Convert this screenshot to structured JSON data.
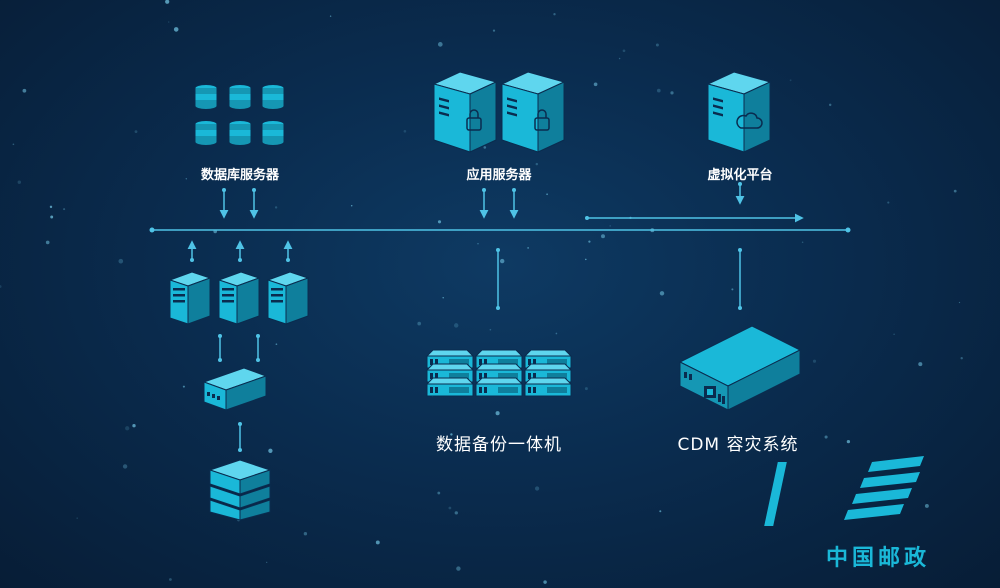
{
  "nodes": {
    "database_servers": "数据库服务器",
    "app_servers": "应用服务器",
    "virtualization": "虚拟化平台",
    "backup_appliance": "数据备份一体机",
    "cdm": "CDM 容灾系统"
  },
  "brand": {
    "name": "中国邮政"
  },
  "colors": {
    "accent": "#1ab8d8",
    "line": "#4fc3e6",
    "bg": "#0a2c4f",
    "text": "#ffffff"
  }
}
